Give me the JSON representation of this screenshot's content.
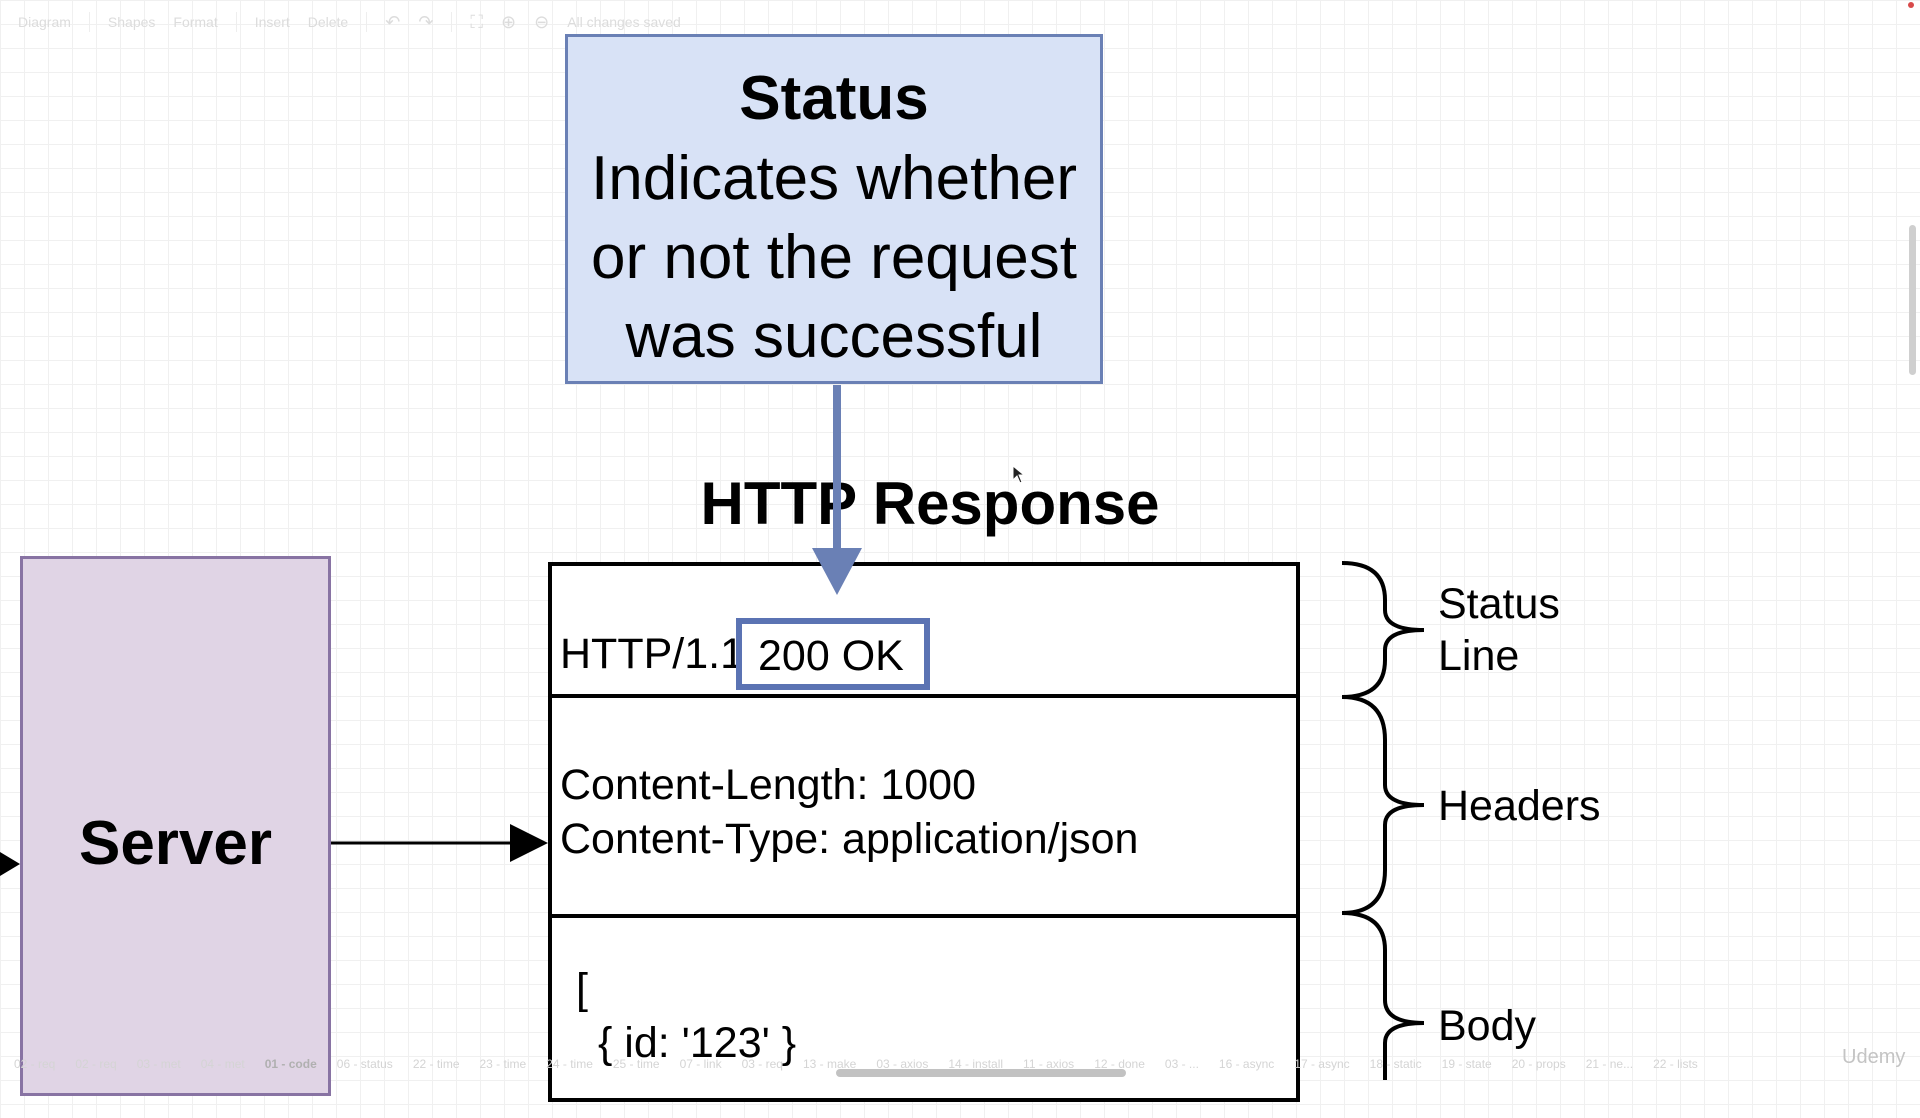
{
  "toolbar": {
    "diagram": "Diagram",
    "shapes": "Shapes",
    "format": "Format",
    "insert": "Insert",
    "delete": "Delete",
    "status": "All changes saved"
  },
  "status_box": {
    "title": "Status",
    "description_lines": [
      "Indicates whether",
      "or not the request",
      "was successful"
    ]
  },
  "title": "HTTP Response",
  "server_label": "Server",
  "response": {
    "status_line_version": "HTTP/1.1",
    "status_line_code": "200 OK",
    "headers": [
      "Content-Length: 1000",
      "Content-Type: application/json"
    ],
    "body_lines": [
      "[",
      "{ id: '123' }"
    ]
  },
  "labels": {
    "status_line": [
      "Status",
      "Line"
    ],
    "headers": "Headers",
    "body": "Body"
  },
  "tabs": [
    "02 - req",
    "02 - req",
    "03 - met",
    "04 - met",
    "01 - code",
    "06 - status",
    "22 - time",
    "23 - time",
    "24 - time",
    "25 - time",
    "07 - link",
    "03 - req",
    "13 - make",
    "03 - axios",
    "14 - install",
    "11 - axios",
    "12 - done",
    "03 - ...",
    "16 - async",
    "17 - async",
    "18 - static",
    "19 - state",
    "20 - props",
    "21 - ne...",
    "22 - lists"
  ],
  "active_tab_index": 4,
  "brand": "Udemy",
  "colors": {
    "status_fill": "#d8e2f6",
    "status_stroke": "#6a80b5",
    "server_fill": "#e0d4e5",
    "server_stroke": "#8873a3",
    "highlight_stroke": "#5b73b3"
  }
}
